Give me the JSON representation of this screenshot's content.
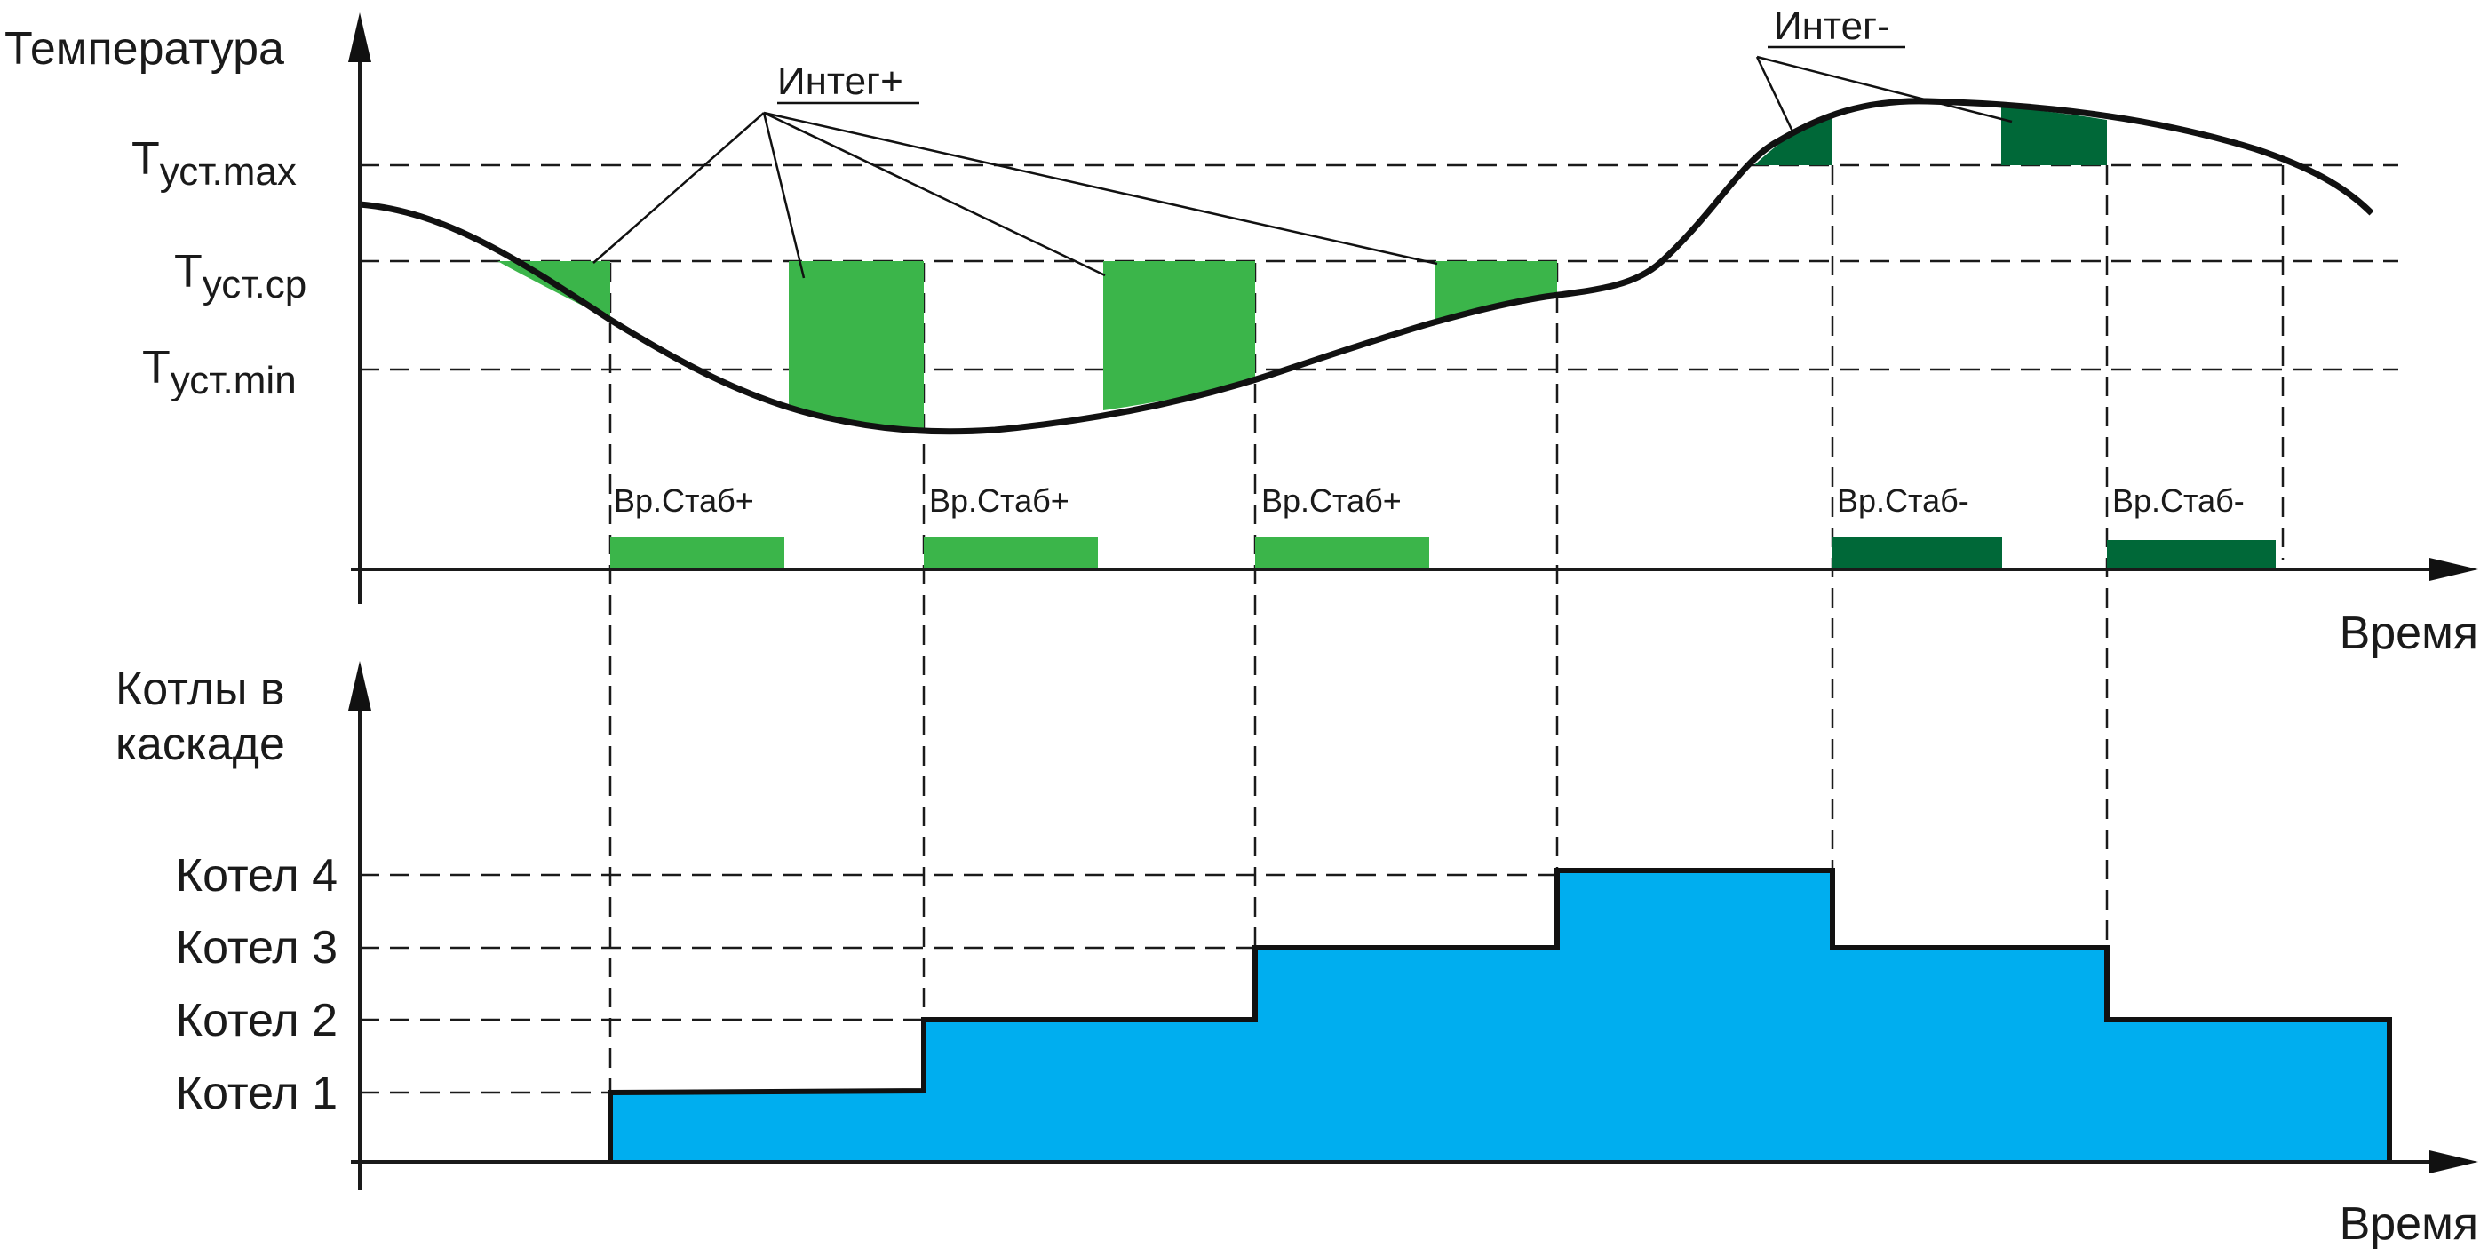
{
  "top_chart": {
    "y_axis_label": "Температура",
    "x_axis_label": "Время",
    "levels": {
      "max": {
        "main": "T",
        "sub": "уст.max"
      },
      "avg": {
        "main": "T",
        "sub": "уст.ср"
      },
      "min": {
        "main": "T",
        "sub": "уст.min"
      }
    },
    "integ_plus_label": "Интег+",
    "integ_minus_label": "Интег-",
    "stab_plus_label": "Вр.Стаб+",
    "stab_minus_label": "Вр.Стаб-"
  },
  "bottom_chart": {
    "y_axis_label_line1": "Котлы в",
    "y_axis_label_line2": "каскаде",
    "x_axis_label": "Время",
    "boiler_labels": [
      "Котел 1",
      "Котел 2",
      "Котел 3",
      "Котел 4"
    ]
  },
  "colors": {
    "integ_plus": "#3bb54a",
    "integ_minus": "#006838",
    "boiler_fill": "#00aeef",
    "line": "#111111"
  }
}
